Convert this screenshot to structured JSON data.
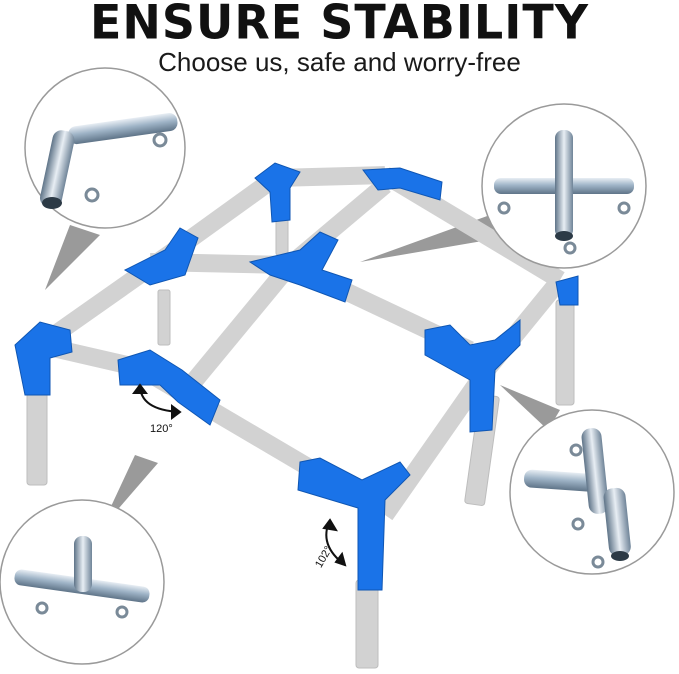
{
  "header": {
    "title": "ENSURE STABILITY",
    "subtitle": "Choose us, safe and worry-free"
  },
  "angles": {
    "left_angle": "120°",
    "bottom_angle": "102°"
  },
  "colors": {
    "connector": "#1a73e8",
    "pipe": "#cfcfcf",
    "steel": "#9fb4c7"
  },
  "callouts": [
    "elbow-connector-closeup",
    "four-way-cross-connector-closeup",
    "three-way-t-connector-closeup",
    "corner-leg-connector-closeup"
  ]
}
